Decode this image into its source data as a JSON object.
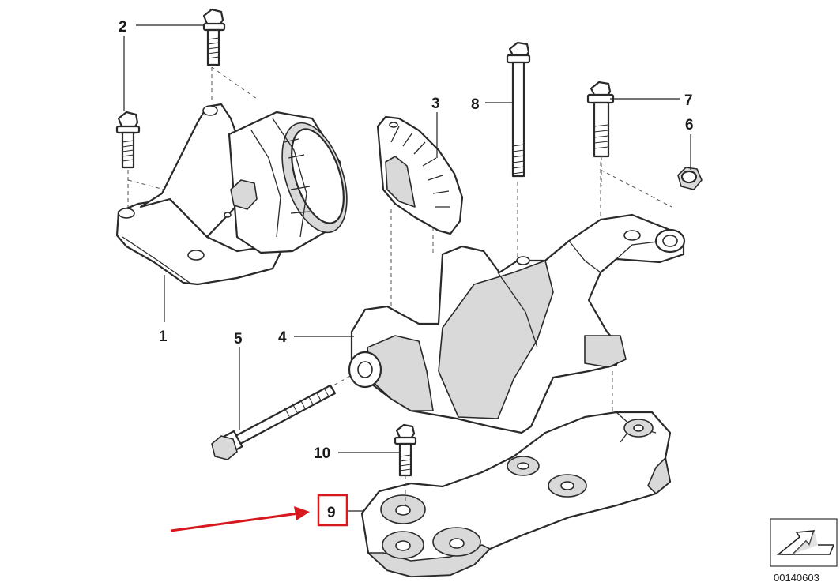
{
  "callouts": {
    "c1": "1",
    "c2": "2",
    "c3": "3",
    "c4": "4",
    "c5": "5",
    "c6": "6",
    "c7": "7",
    "c8": "8",
    "c9": "9",
    "c10": "10"
  },
  "highlighted_part": "9",
  "reference_number": "00140603",
  "colors": {
    "highlight": "#d6191e",
    "line": "#2a2a2a",
    "background": "#ffffff"
  },
  "icons": {
    "orientation_marker": "direction-arrow-icon"
  }
}
